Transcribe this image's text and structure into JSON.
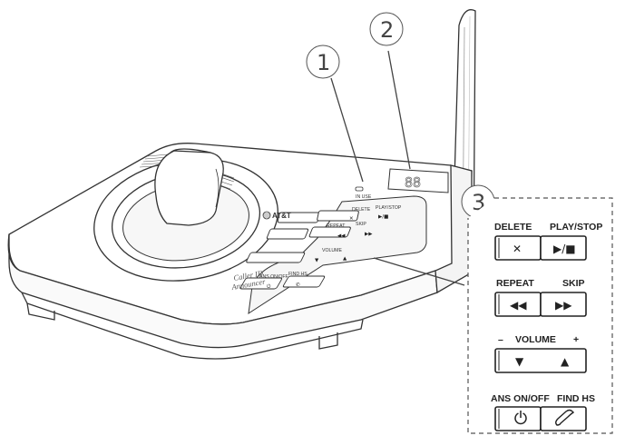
{
  "callouts": {
    "one": "1",
    "two": "2",
    "three": "3"
  },
  "device": {
    "brand": "AT&T",
    "caller_id_line1": "Caller ID",
    "caller_id_line2": "Announcer",
    "in_use_label": "IN USE",
    "display_digits": "88"
  },
  "panel": {
    "delete_label": "DELETE",
    "play_stop_label": "PLAY/STOP",
    "repeat_label": "REPEAT",
    "skip_label": "SKIP",
    "volume_label": "VOLUME",
    "volume_minus": "–",
    "volume_plus": "+",
    "ans_on_off_label": "ANS ON/OFF",
    "find_hs_label": "FIND HS"
  },
  "icons": {
    "delete": "close-x-icon",
    "play_stop": "play-stop-icon",
    "repeat": "rewind-icon",
    "skip": "fast-forward-icon",
    "volume_down": "triangle-down-icon",
    "volume_up": "triangle-up-icon",
    "power": "power-icon",
    "find_handset": "handset-icon"
  },
  "colors": {
    "line": "#333333",
    "callout": "#555555",
    "dash": "#666666"
  }
}
